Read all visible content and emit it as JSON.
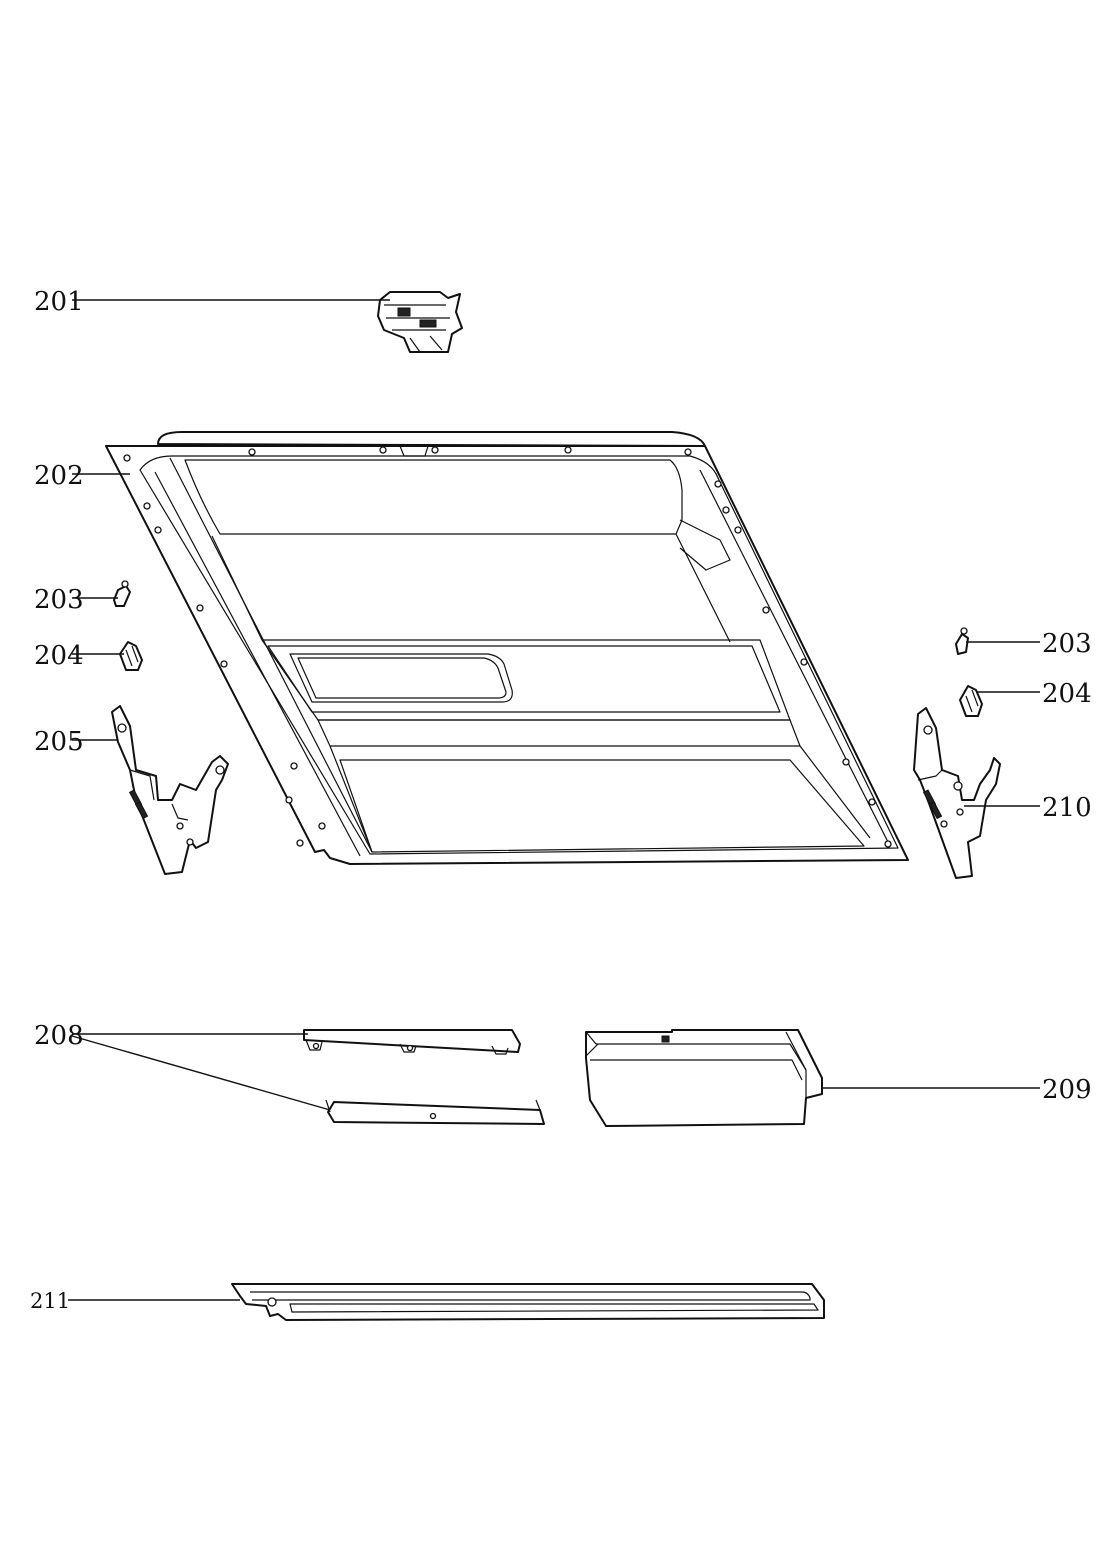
{
  "callouts": {
    "c201": "201",
    "c202": "202",
    "c203_left": "203",
    "c204_left": "204",
    "c205": "205",
    "c203_right": "203",
    "c204_right": "204",
    "c210": "210",
    "c208": "208",
    "c209": "209",
    "c211": "211"
  },
  "colors": {
    "line": "#111111",
    "background": "#ffffff"
  }
}
